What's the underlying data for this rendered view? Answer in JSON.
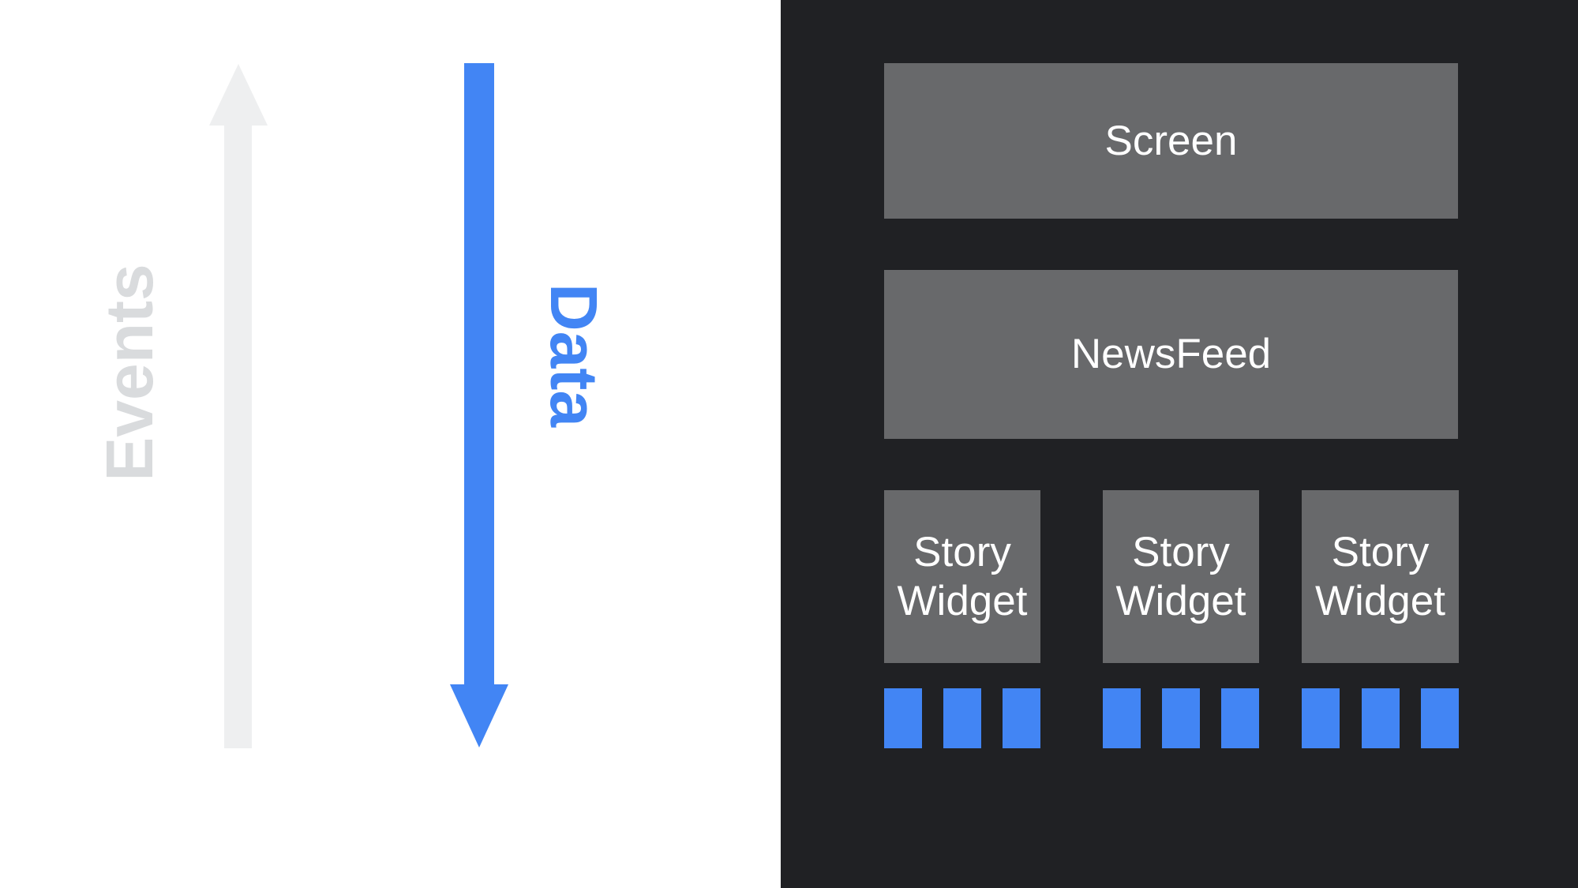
{
  "flow_panel": {
    "background": "#ffffff",
    "events_label": "Events",
    "events_text_color": "#d9dbdd",
    "events_arrow_color": "#eeeff0",
    "events_direction": "up",
    "data_label": "Data",
    "data_color": "#4285f4",
    "data_direction": "down"
  },
  "widget_panel": {
    "background": "#202124",
    "box_color": "#68696b",
    "box_text_color": "#ffffff",
    "screen_label": "Screen",
    "newsfeed_label": "NewsFeed",
    "story_widgets": [
      {
        "label": "Story Widget",
        "story_count": 3
      },
      {
        "label": "Story Widget",
        "story_count": 3
      },
      {
        "label": "Story Widget",
        "story_count": 3
      }
    ],
    "story_item_color": "#4285f4"
  }
}
